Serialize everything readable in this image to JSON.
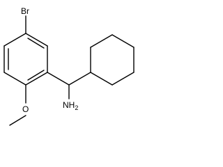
{
  "structure": {
    "atoms": {
      "bromine": "Br",
      "methoxy_oxygen": "O",
      "amine": "NH",
      "amine_subscript": "2"
    },
    "colors": {
      "bond": "#000000",
      "text": "#000000",
      "background": "#ffffff"
    }
  }
}
